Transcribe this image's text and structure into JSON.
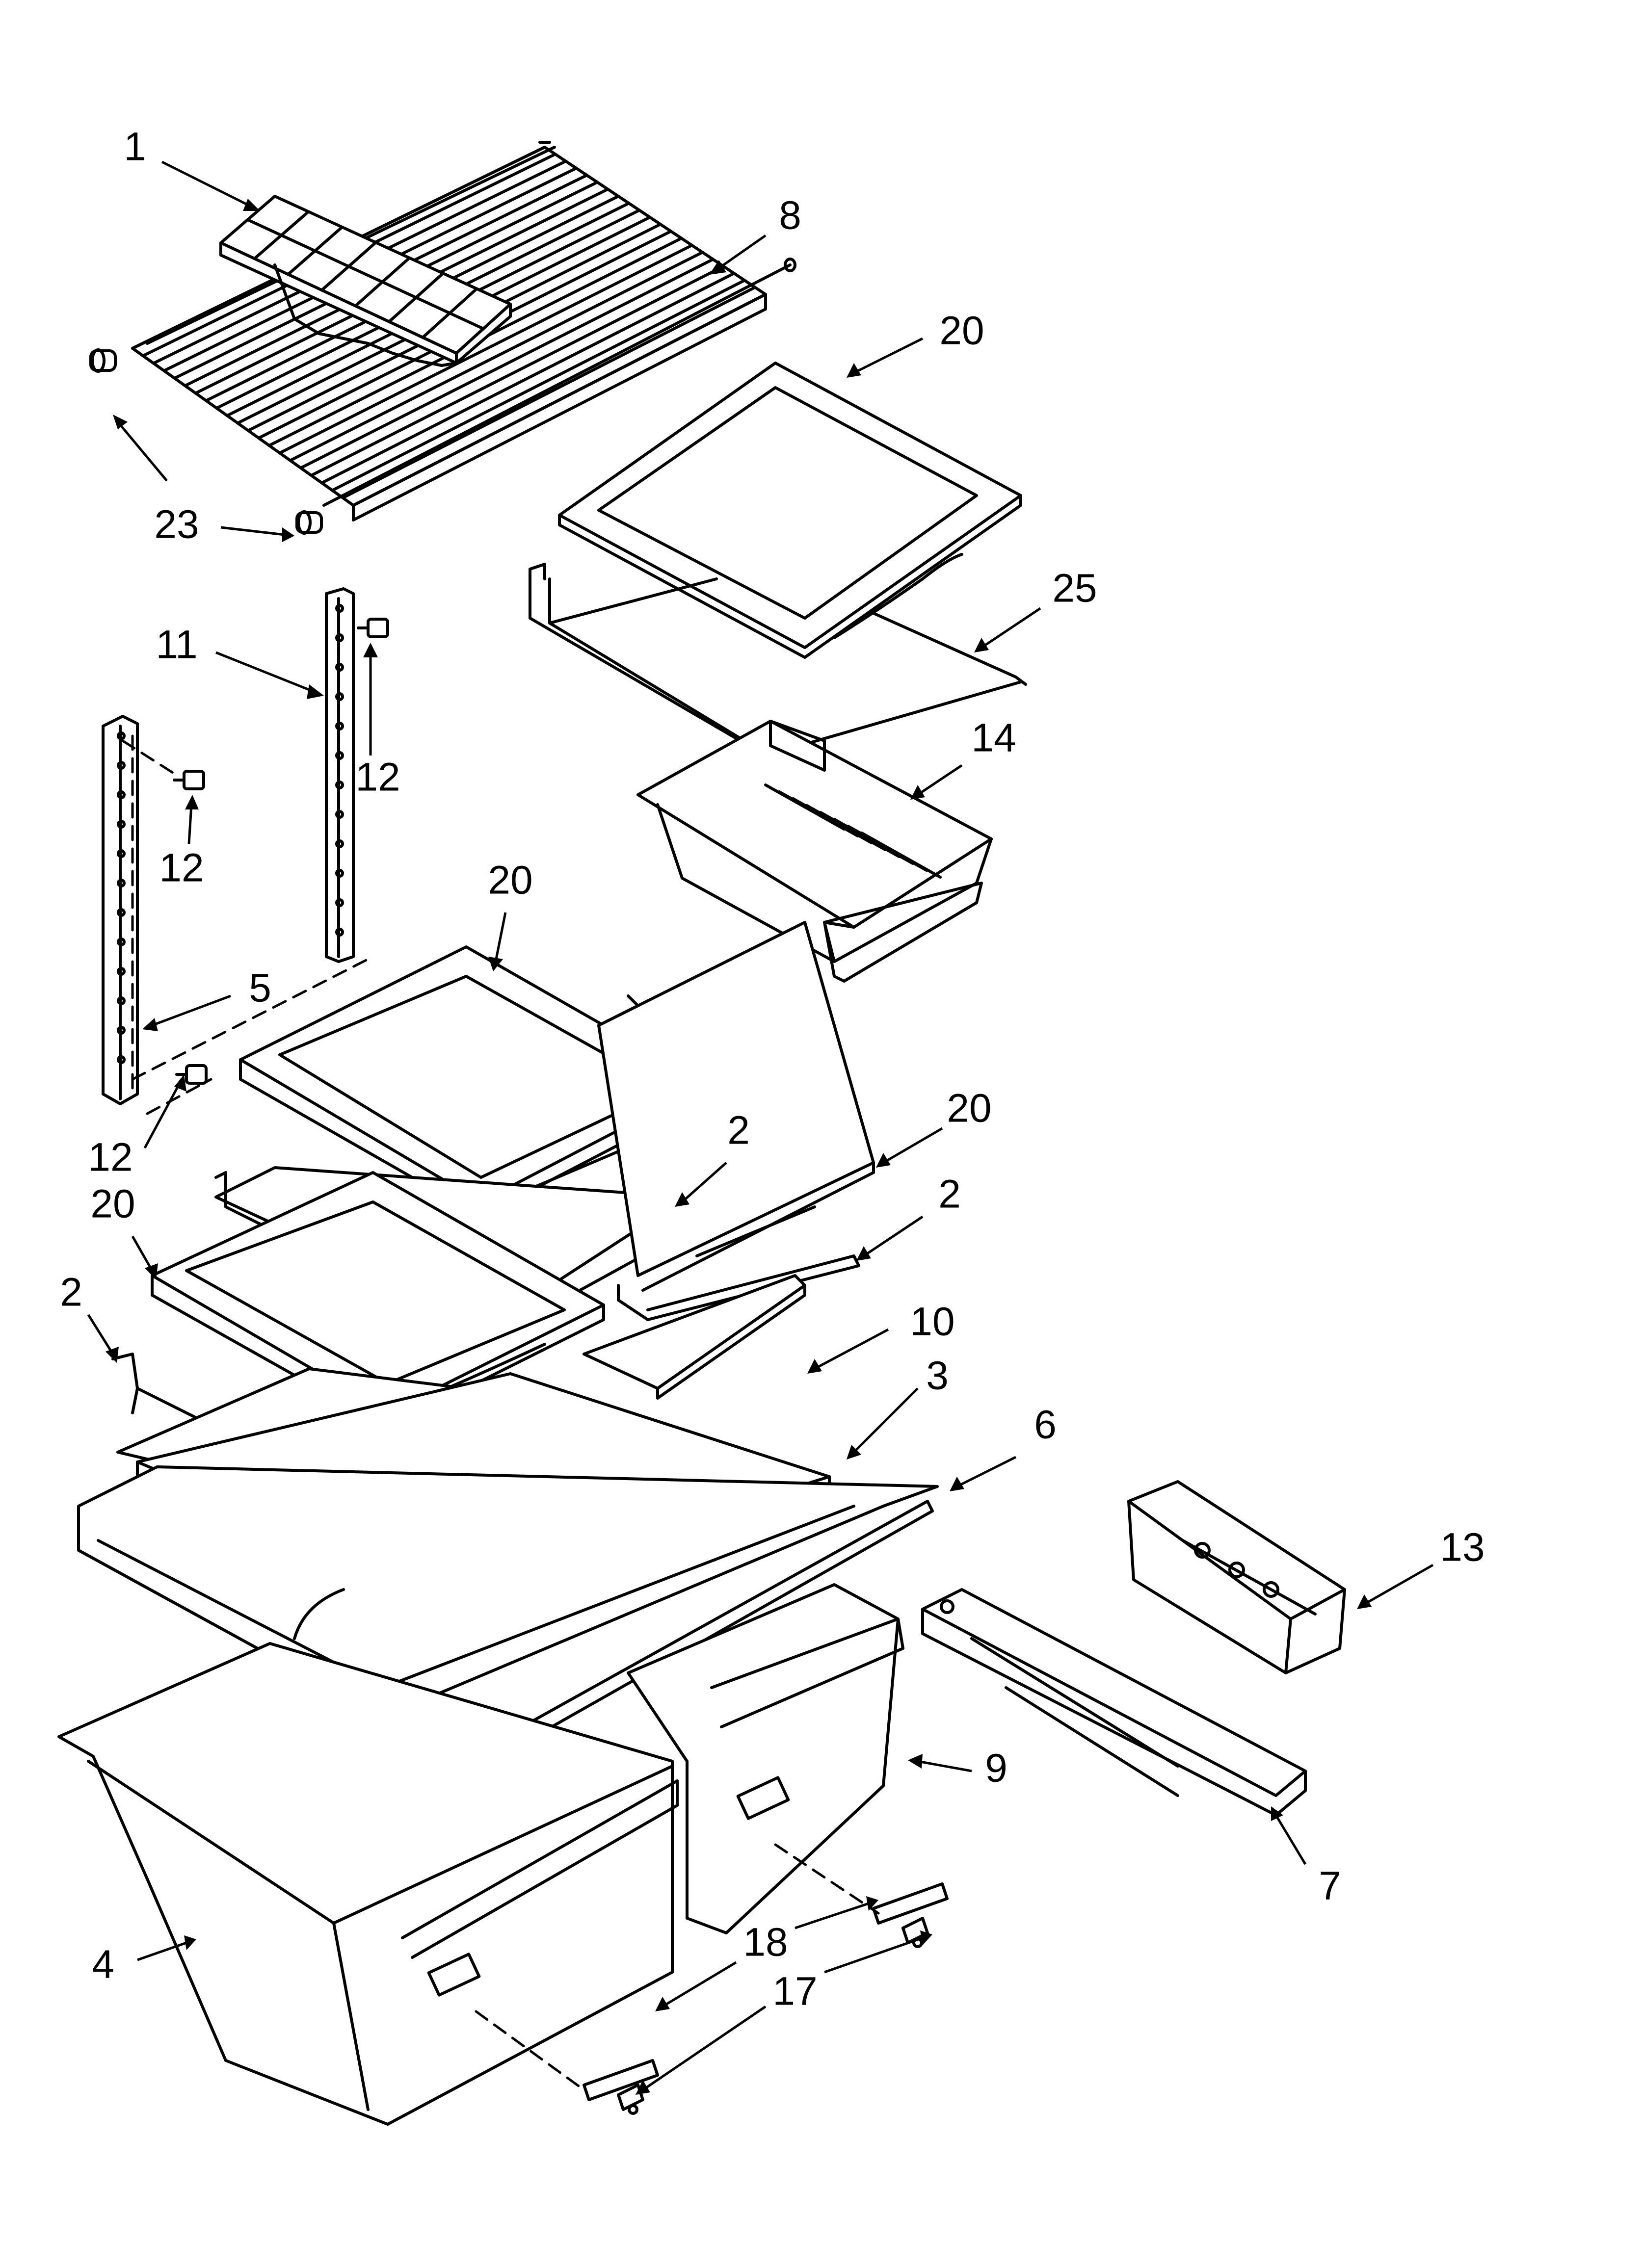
{
  "callouts": [
    {
      "id": "c1",
      "label": "1"
    },
    {
      "id": "c8",
      "label": "8"
    },
    {
      "id": "c20a",
      "label": "20"
    },
    {
      "id": "c23",
      "label": "23"
    },
    {
      "id": "c25",
      "label": "25"
    },
    {
      "id": "c11",
      "label": "11"
    },
    {
      "id": "c12a",
      "label": "12"
    },
    {
      "id": "c14",
      "label": "14"
    },
    {
      "id": "c12b",
      "label": "12"
    },
    {
      "id": "c20b",
      "label": "20"
    },
    {
      "id": "c5",
      "label": "5"
    },
    {
      "id": "c20c",
      "label": "20"
    },
    {
      "id": "c2a",
      "label": "2"
    },
    {
      "id": "c12c",
      "label": "12"
    },
    {
      "id": "c20d",
      "label": "20"
    },
    {
      "id": "c2b",
      "label": "2"
    },
    {
      "id": "c2c",
      "label": "2"
    },
    {
      "id": "c10",
      "label": "10"
    },
    {
      "id": "c3",
      "label": "3"
    },
    {
      "id": "c6",
      "label": "6"
    },
    {
      "id": "c13",
      "label": "13"
    },
    {
      "id": "c9",
      "label": "9"
    },
    {
      "id": "c7",
      "label": "7"
    },
    {
      "id": "c4",
      "label": "4"
    },
    {
      "id": "c18",
      "label": "18"
    },
    {
      "id": "c17",
      "label": "17"
    }
  ]
}
